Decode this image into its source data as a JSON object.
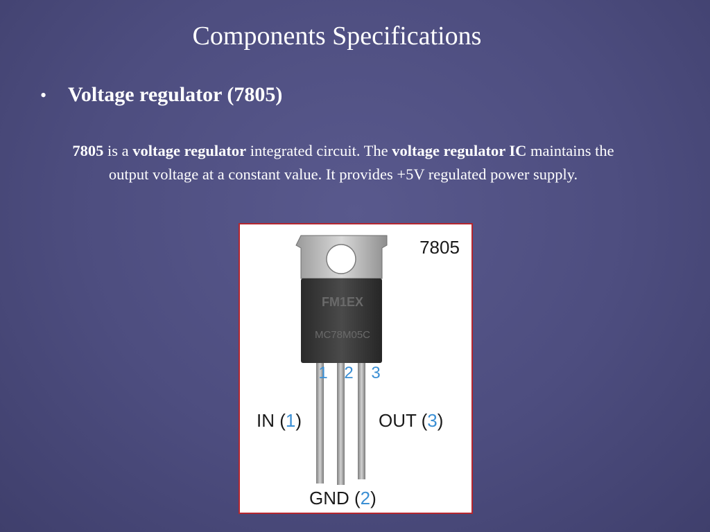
{
  "slide": {
    "title": "Components Specifications",
    "bullet": {
      "symbol": "•",
      "text": "Voltage regulator (7805)"
    },
    "description": {
      "p1_bold": "7805",
      "p1_rest": " is a ",
      "p2_bold": "voltage regulator",
      "p2_rest": " integrated circuit. The ",
      "p3_bold": "voltage regulator IC",
      "p3_rest": " maintains the output voltage at a constant value. It provides +5V regulated power supply."
    }
  },
  "figure": {
    "part_number": "7805",
    "chip_marking_line1": "FM1EX",
    "chip_marking_line2": "MC78M05C",
    "pins": {
      "pin1_number": "1",
      "pin2_number": "2",
      "pin3_number": "3",
      "in_label": "IN (",
      "in_num": "1",
      "in_close": ")",
      "out_label": "OUT (",
      "out_num": "3",
      "out_close": ")",
      "gnd_label": "GND (",
      "gnd_num": "2",
      "gnd_close": ")"
    },
    "colors": {
      "pin_number": "#3b8fd4",
      "frame_border": "#b5262f"
    }
  }
}
